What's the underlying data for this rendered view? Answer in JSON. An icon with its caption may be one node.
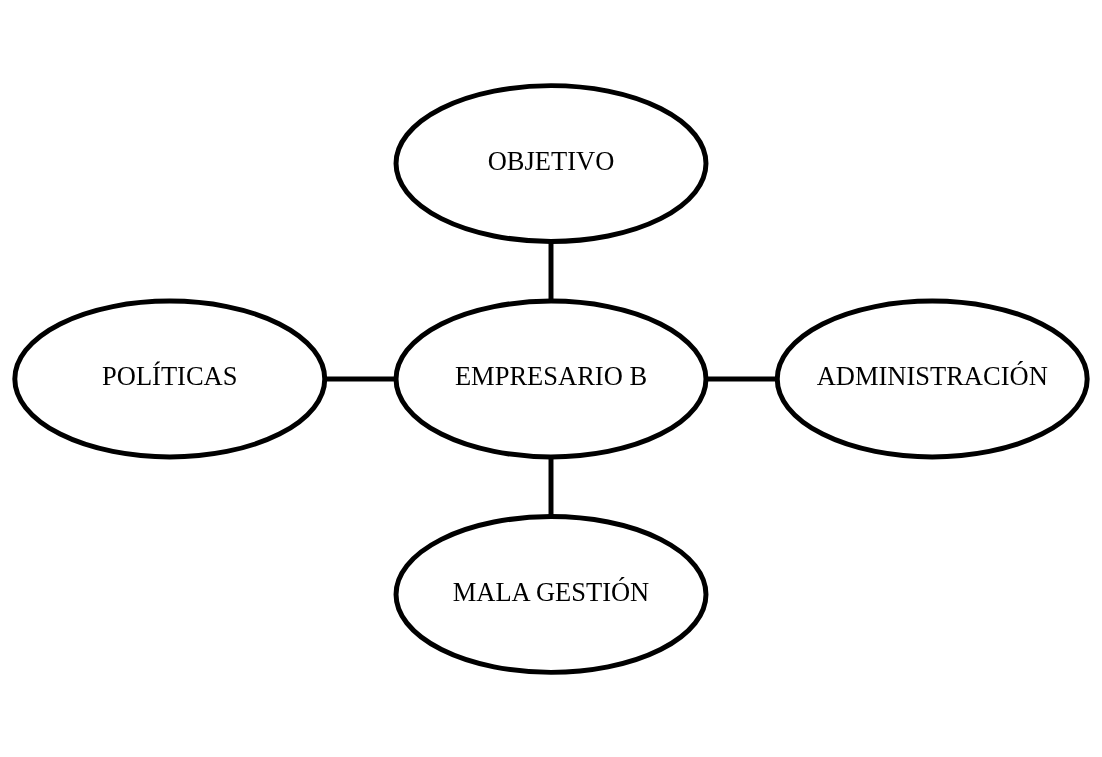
{
  "diagram": {
    "nodes": [
      {
        "text": [
          "OBJETIVO"
        ]
      },
      {
        "text": [
          "POLÍTICAS"
        ]
      },
      {
        "text": [
          "EMPRESARIO B"
        ]
      },
      {
        "text": [
          "ADMINISTRACIÓN"
        ]
      },
      {
        "text": [
          "MALA GESTIÓN"
        ]
      }
    ],
    "edges": [
      {
        "from": 0,
        "to": 2,
        "arrow": "none"
      },
      {
        "from": 1,
        "to": 2,
        "arrow": "none"
      },
      {
        "from": 2,
        "to": 3,
        "arrow": "none"
      },
      {
        "from": 2,
        "to": 4,
        "arrow": "none"
      }
    ]
  }
}
